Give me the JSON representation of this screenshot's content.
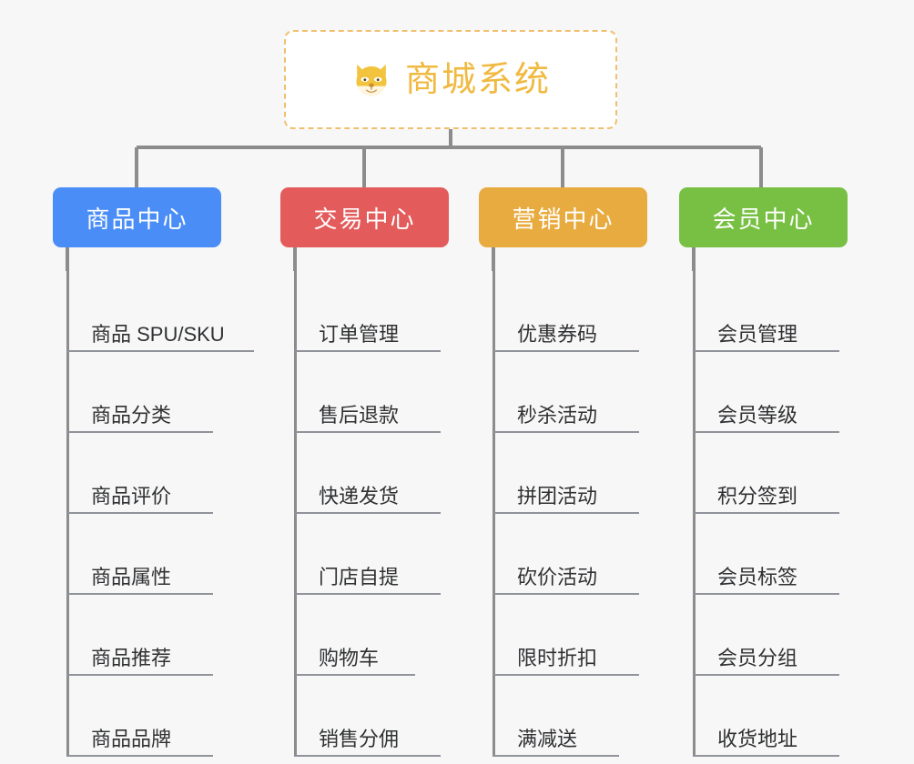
{
  "diagram": {
    "type": "tree-mindmap",
    "background_color": "#f7f7f7",
    "connector_color": "#8c8c8c",
    "root": {
      "title": "商城系统",
      "icon": "dog-face-icon",
      "border_color": "#f0c070",
      "border_style": "dashed",
      "text_color": "#f0b93f",
      "background_color": "#ffffff"
    },
    "categories": [
      {
        "label": "商品中心",
        "color": "#4a8df6",
        "items": [
          {
            "label": "商品 SPU/SKU",
            "underline_width": 205
          },
          {
            "label": "商品分类",
            "underline_width": 160
          },
          {
            "label": "商品评价",
            "underline_width": 160
          },
          {
            "label": "商品属性",
            "underline_width": 160
          },
          {
            "label": "商品推荐",
            "underline_width": 160
          },
          {
            "label": "商品品牌",
            "underline_width": 160
          }
        ]
      },
      {
        "label": "交易中心",
        "color": "#e35b5b",
        "items": [
          {
            "label": "订单管理",
            "underline_width": 160
          },
          {
            "label": "售后退款",
            "underline_width": 160
          },
          {
            "label": "快递发货",
            "underline_width": 160
          },
          {
            "label": "门店自提",
            "underline_width": 160
          },
          {
            "label": "购物车",
            "underline_width": 132
          },
          {
            "label": "销售分佣",
            "underline_width": 160
          }
        ]
      },
      {
        "label": "营销中心",
        "color": "#e8ab3f",
        "items": [
          {
            "label": "优惠券码",
            "underline_width": 160
          },
          {
            "label": "秒杀活动",
            "underline_width": 160
          },
          {
            "label": "拼团活动",
            "underline_width": 160
          },
          {
            "label": "砍价活动",
            "underline_width": 160
          },
          {
            "label": "限时折扣",
            "underline_width": 160
          },
          {
            "label": "满减送",
            "underline_width": 138
          }
        ]
      },
      {
        "label": "会员中心",
        "color": "#77c043",
        "items": [
          {
            "label": "会员管理",
            "underline_width": 160
          },
          {
            "label": "会员等级",
            "underline_width": 160
          },
          {
            "label": "积分签到",
            "underline_width": 160
          },
          {
            "label": "会员标签",
            "underline_width": 160
          },
          {
            "label": "会员分组",
            "underline_width": 160
          },
          {
            "label": "收货地址",
            "underline_width": 160
          }
        ]
      }
    ]
  }
}
